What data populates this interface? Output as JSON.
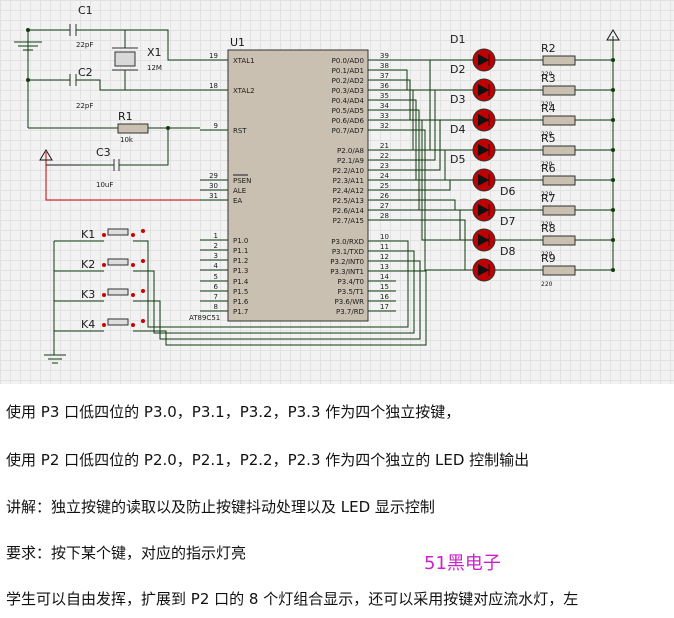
{
  "schematic": {
    "mcu": {
      "ref": "U1",
      "part": "AT89C51",
      "left_pins": [
        {
          "num": "19",
          "name": "XTAL1"
        },
        {
          "num": "18",
          "name": "XTAL2"
        },
        {
          "num": "9",
          "name": "RST"
        },
        {
          "num": "29",
          "name": "PSEN"
        },
        {
          "num": "30",
          "name": "ALE"
        },
        {
          "num": "31",
          "name": "EA"
        },
        {
          "num": "1",
          "name": "P1.0"
        },
        {
          "num": "2",
          "name": "P1.1"
        },
        {
          "num": "3",
          "name": "P1.2"
        },
        {
          "num": "4",
          "name": "P1.3"
        },
        {
          "num": "5",
          "name": "P1.4"
        },
        {
          "num": "6",
          "name": "P1.5"
        },
        {
          "num": "7",
          "name": "P1.6"
        },
        {
          "num": "8",
          "name": "P1.7"
        }
      ],
      "right_pins": [
        {
          "num": "39",
          "name": "P0.0/AD0"
        },
        {
          "num": "38",
          "name": "P0.1/AD1"
        },
        {
          "num": "37",
          "name": "P0.2/AD2"
        },
        {
          "num": "36",
          "name": "P0.3/AD3"
        },
        {
          "num": "35",
          "name": "P0.4/AD4"
        },
        {
          "num": "34",
          "name": "P0.5/AD5"
        },
        {
          "num": "33",
          "name": "P0.6/AD6"
        },
        {
          "num": "32",
          "name": "P0.7/AD7"
        },
        {
          "num": "21",
          "name": "P2.0/A8"
        },
        {
          "num": "22",
          "name": "P2.1/A9"
        },
        {
          "num": "23",
          "name": "P2.2/A10"
        },
        {
          "num": "24",
          "name": "P2.3/A11"
        },
        {
          "num": "25",
          "name": "P2.4/A12"
        },
        {
          "num": "26",
          "name": "P2.5/A13"
        },
        {
          "num": "27",
          "name": "P2.6/A14"
        },
        {
          "num": "28",
          "name": "P2.7/A15"
        },
        {
          "num": "10",
          "name": "P3.0/RXD"
        },
        {
          "num": "11",
          "name": "P3.1/TXD"
        },
        {
          "num": "12",
          "name": "P3.2/INT0"
        },
        {
          "num": "13",
          "name": "P3.3/INT1"
        },
        {
          "num": "14",
          "name": "P3.4/T0"
        },
        {
          "num": "15",
          "name": "P3.5/T1"
        },
        {
          "num": "16",
          "name": "P3.6/WR"
        },
        {
          "num": "17",
          "name": "P3.7/RD"
        }
      ]
    },
    "c1": {
      "ref": "C1",
      "value": "22pF"
    },
    "c2": {
      "ref": "C2",
      "value": "22pF"
    },
    "c3": {
      "ref": "C3",
      "value": "10uF"
    },
    "x1": {
      "ref": "X1",
      "value": "12M"
    },
    "r1": {
      "ref": "R1",
      "value": "10k"
    },
    "leds": [
      "D1",
      "D2",
      "D3",
      "D4",
      "D5",
      "D6",
      "D7",
      "D8"
    ],
    "resistors": [
      {
        "ref": "R2",
        "value": "220"
      },
      {
        "ref": "R3",
        "value": "220"
      },
      {
        "ref": "R4",
        "value": "220"
      },
      {
        "ref": "R5",
        "value": "220"
      },
      {
        "ref": "R6",
        "value": "220"
      },
      {
        "ref": "R7",
        "value": "220"
      },
      {
        "ref": "R8",
        "value": "220"
      },
      {
        "ref": "R9",
        "value": "220"
      }
    ],
    "keys": [
      "K1",
      "K2",
      "K3",
      "K4"
    ],
    "colors": {
      "wire": "#103a10",
      "body": "#c9c0b2",
      "led": "#c00000",
      "vcc_wire": "#cc0000",
      "resistor": "#c9c0b2"
    }
  },
  "text": {
    "line1": "使用 P3 口低四位的 P3.0，P3.1，P3.2，P3.3 作为四个独立按键，",
    "line2": "使用 P2 口低四位的 P2.0，P2.1，P2.2，P2.3 作为四个独立的 LED 控制输出",
    "line3": "讲解：独立按键的读取以及防止按键抖动处理以及 LED 显示控制",
    "line4": "要求：按下某个键，对应的指示灯亮",
    "line5": "学生可以自由发挥，扩展到 P2 口的 8 个灯组合显示，还可以采用按键对应流水灯，左",
    "watermark": "51黑电子"
  }
}
